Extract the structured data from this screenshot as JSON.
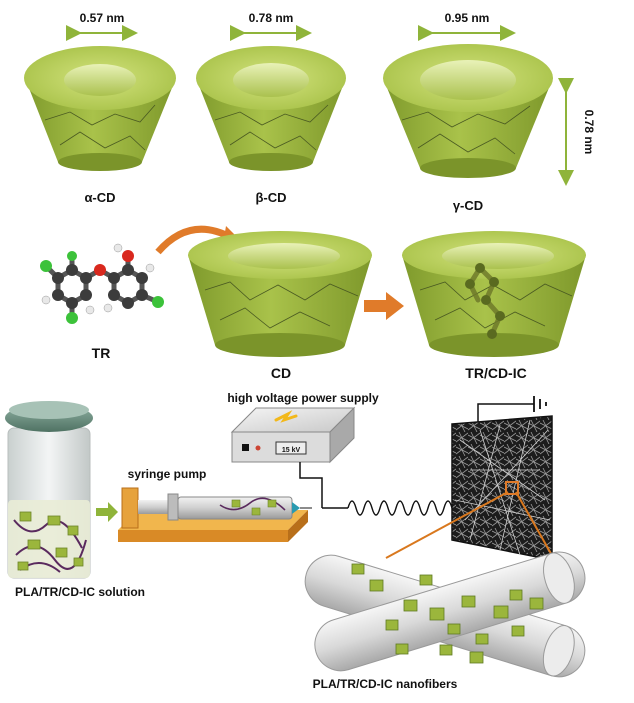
{
  "top_row": {
    "cyclodextrins": [
      {
        "label": "α-CD",
        "width_label": "0.57 nm"
      },
      {
        "label": "β-CD",
        "width_label": "0.78 nm"
      },
      {
        "label": "γ-CD",
        "width_label": "0.95 nm"
      }
    ],
    "height_label": "0.78 nm"
  },
  "middle_row": {
    "molecule_label": "TR",
    "host_label": "CD",
    "complex_label": "TR/CD-IC"
  },
  "bottom_row": {
    "power_supply_label": "high voltage power supply",
    "voltage_display": "15 kV",
    "pump_label": "syringe pump",
    "solution_label": "PLA/TR/CD-IC solution",
    "nanofiber_label": "PLA/TR/CD-IC nanofibers"
  },
  "colors": {
    "cd_body": "#9bb63c",
    "cd_top": "#b9cf5a",
    "arrow_orange": "#e07b2a",
    "arrow_green": "#8fb43a",
    "pump_orange": "#e6a23c"
  }
}
